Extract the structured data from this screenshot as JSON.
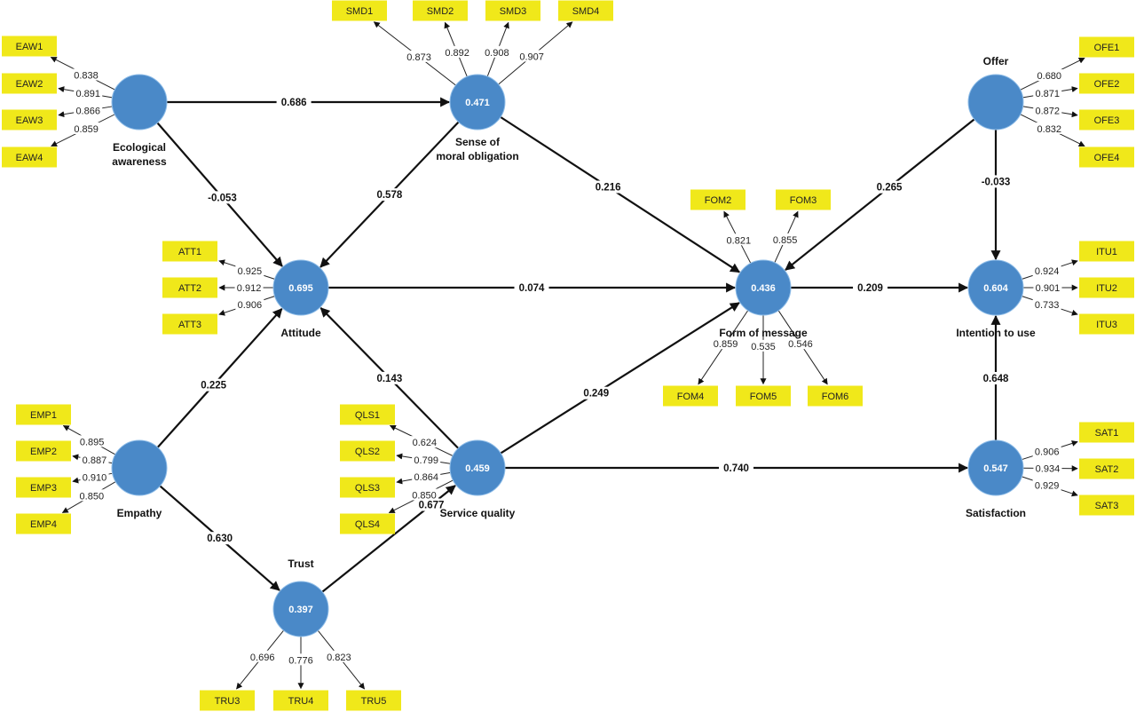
{
  "diagram": {
    "type": "structural-equation-model",
    "colors": {
      "construct_fill": "#4a89c8",
      "indicator_fill": "#f0e81a",
      "line": "#111111",
      "background": "#ffffff"
    },
    "constructs": [
      {
        "id": "EA",
        "label_lines": [
          "Ecological",
          "awareness"
        ],
        "r2": ""
      },
      {
        "id": "SMO",
        "label_lines": [
          "Sense of",
          "moral obligation"
        ],
        "r2": "0.471"
      },
      {
        "id": "OF",
        "label_lines": [
          "Offer"
        ],
        "r2": ""
      },
      {
        "id": "ATT",
        "label_lines": [
          "Attitude"
        ],
        "r2": "0.695"
      },
      {
        "id": "FOM",
        "label_lines": [
          "Form of message"
        ],
        "r2": "0.436"
      },
      {
        "id": "ITU",
        "label_lines": [
          "Intention to use"
        ],
        "r2": "0.604"
      },
      {
        "id": "EMP",
        "label_lines": [
          "Empathy"
        ],
        "r2": ""
      },
      {
        "id": "SQ",
        "label_lines": [
          "Service quality"
        ],
        "r2": "0.459"
      },
      {
        "id": "SAT",
        "label_lines": [
          "Satisfaction"
        ],
        "r2": "0.547"
      },
      {
        "id": "TR",
        "label_lines": [
          "Trust"
        ],
        "r2": "0.397"
      }
    ],
    "paths": [
      {
        "from": "EA",
        "to": "SMO",
        "coef": "0.686"
      },
      {
        "from": "EA",
        "to": "ATT",
        "coef": "-0.053"
      },
      {
        "from": "SMO",
        "to": "ATT",
        "coef": "0.578"
      },
      {
        "from": "SMO",
        "to": "FOM",
        "coef": "0.216"
      },
      {
        "from": "OF",
        "to": "FOM",
        "coef": "0.265"
      },
      {
        "from": "OF",
        "to": "ITU",
        "coef": "-0.033"
      },
      {
        "from": "ATT",
        "to": "FOM",
        "coef": "0.074"
      },
      {
        "from": "FOM",
        "to": "ITU",
        "coef": "0.209"
      },
      {
        "from": "EMP",
        "to": "ATT",
        "coef": "0.225"
      },
      {
        "from": "SQ",
        "to": "ATT",
        "coef": "0.143"
      },
      {
        "from": "SQ",
        "to": "FOM",
        "coef": "0.249"
      },
      {
        "from": "SQ",
        "to": "SAT",
        "coef": "0.740"
      },
      {
        "from": "SAT",
        "to": "ITU",
        "coef": "0.648"
      },
      {
        "from": "EMP",
        "to": "TR",
        "coef": "0.630"
      },
      {
        "from": "TR",
        "to": "SQ",
        "coef": "0.677"
      }
    ],
    "indicators": [
      {
        "name": "EAW1",
        "construct": "EA",
        "loading": "0.838"
      },
      {
        "name": "EAW2",
        "construct": "EA",
        "loading": "0.891"
      },
      {
        "name": "EAW3",
        "construct": "EA",
        "loading": "0.866"
      },
      {
        "name": "EAW4",
        "construct": "EA",
        "loading": "0.859"
      },
      {
        "name": "SMD1",
        "construct": "SMO",
        "loading": "0.873"
      },
      {
        "name": "SMD2",
        "construct": "SMO",
        "loading": "0.892"
      },
      {
        "name": "SMD3",
        "construct": "SMO",
        "loading": "0.908"
      },
      {
        "name": "SMD4",
        "construct": "SMO",
        "loading": "0.907"
      },
      {
        "name": "OFE1",
        "construct": "OF",
        "loading": "0.680"
      },
      {
        "name": "OFE2",
        "construct": "OF",
        "loading": "0.871"
      },
      {
        "name": "OFE3",
        "construct": "OF",
        "loading": "0.872"
      },
      {
        "name": "OFE4",
        "construct": "OF",
        "loading": "0.832"
      },
      {
        "name": "ATT1",
        "construct": "ATT",
        "loading": "0.925"
      },
      {
        "name": "ATT2",
        "construct": "ATT",
        "loading": "0.912"
      },
      {
        "name": "ATT3",
        "construct": "ATT",
        "loading": "0.906"
      },
      {
        "name": "FOM2",
        "construct": "FOM",
        "loading": "0.821"
      },
      {
        "name": "FOM3",
        "construct": "FOM",
        "loading": "0.855"
      },
      {
        "name": "FOM4",
        "construct": "FOM",
        "loading": "0.859"
      },
      {
        "name": "FOM5",
        "construct": "FOM",
        "loading": "0.535"
      },
      {
        "name": "FOM6",
        "construct": "FOM",
        "loading": "0.546"
      },
      {
        "name": "ITU1",
        "construct": "ITU",
        "loading": "0.924"
      },
      {
        "name": "ITU2",
        "construct": "ITU",
        "loading": "0.901"
      },
      {
        "name": "ITU3",
        "construct": "ITU",
        "loading": "0.733"
      },
      {
        "name": "EMP1",
        "construct": "EMP",
        "loading": "0.895"
      },
      {
        "name": "EMP2",
        "construct": "EMP",
        "loading": "0.887"
      },
      {
        "name": "EMP3",
        "construct": "EMP",
        "loading": "0.910"
      },
      {
        "name": "EMP4",
        "construct": "EMP",
        "loading": "0.850"
      },
      {
        "name": "QLS1",
        "construct": "SQ",
        "loading": "0.624"
      },
      {
        "name": "QLS2",
        "construct": "SQ",
        "loading": "0.799"
      },
      {
        "name": "QLS3",
        "construct": "SQ",
        "loading": "0.864"
      },
      {
        "name": "QLS4",
        "construct": "SQ",
        "loading": "0.850"
      },
      {
        "name": "SAT1",
        "construct": "SAT",
        "loading": "0.906"
      },
      {
        "name": "SAT2",
        "construct": "SAT",
        "loading": "0.934"
      },
      {
        "name": "SAT3",
        "construct": "SAT",
        "loading": "0.929"
      },
      {
        "name": "TRU3",
        "construct": "TR",
        "loading": "0.696"
      },
      {
        "name": "TRU4",
        "construct": "TR",
        "loading": "0.776"
      },
      {
        "name": "TRU5",
        "construct": "TR",
        "loading": "0.823"
      }
    ]
  }
}
